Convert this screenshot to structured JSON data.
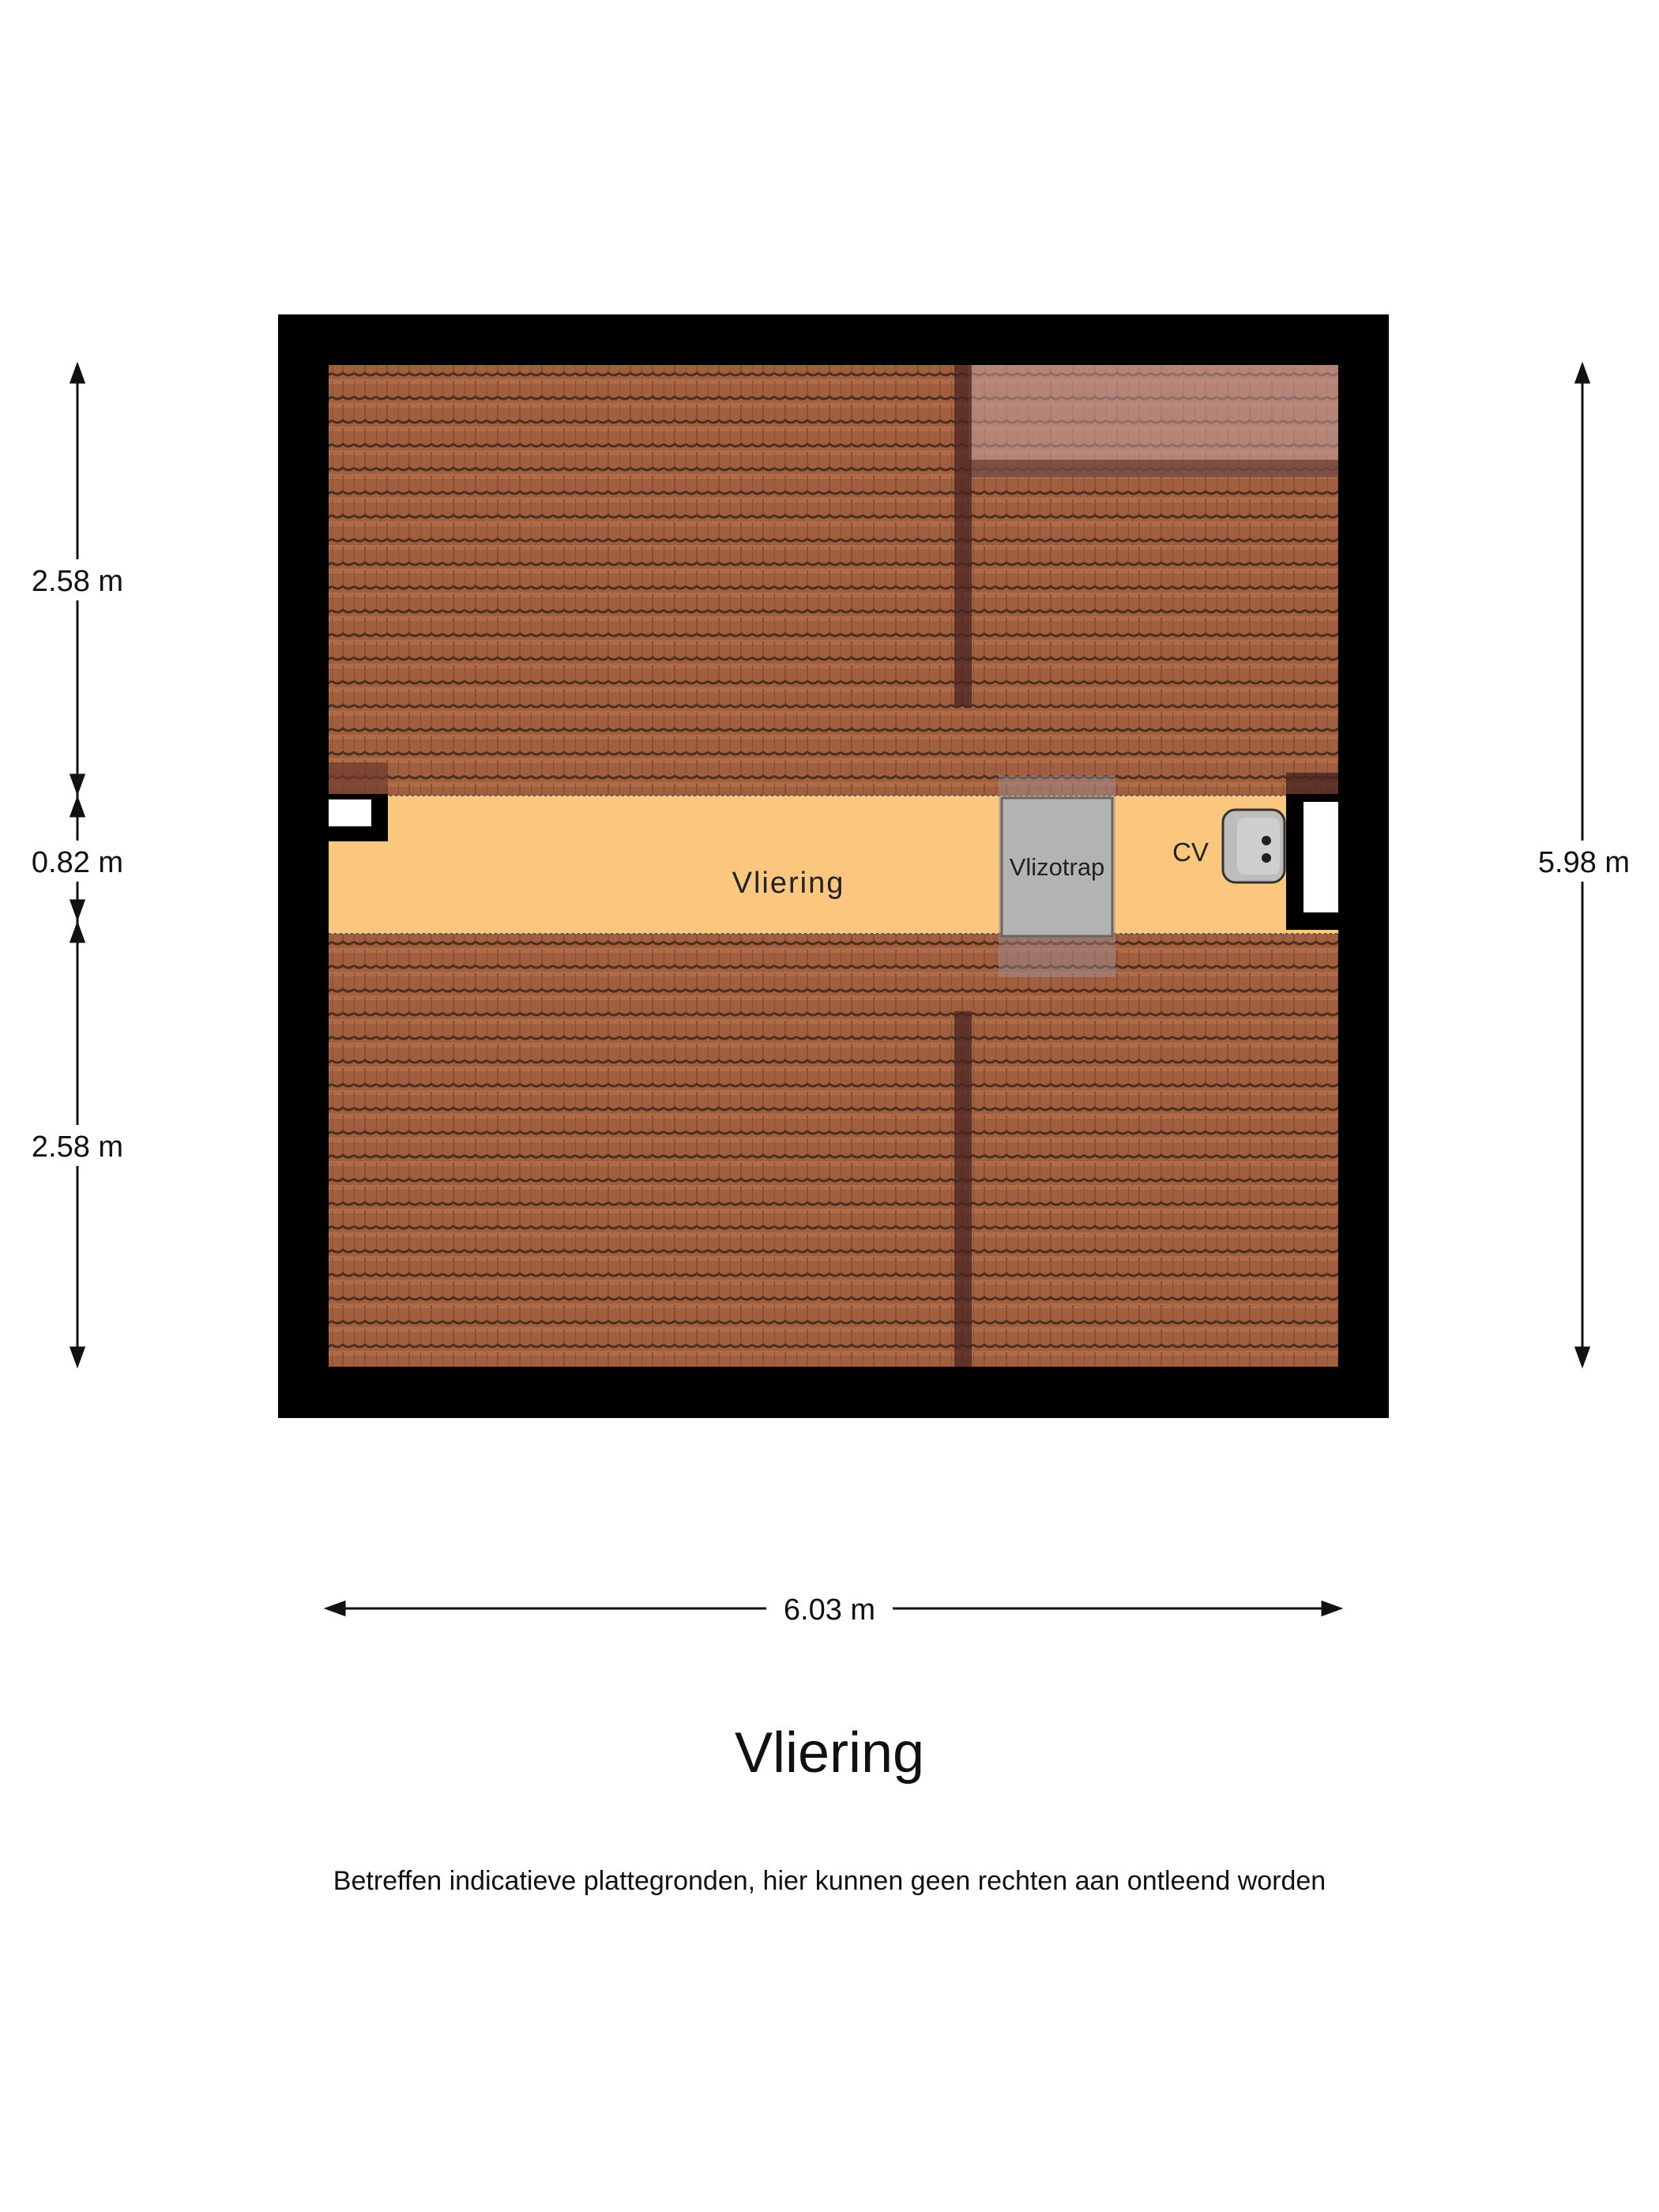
{
  "plan": {
    "title": "Vliering",
    "disclaimer": "Betreffen indicatieve plattegronden, hier kunnen geen rechten aan ontleend worden",
    "rooms": {
      "vliering": "Vliering",
      "vlizotrap": "Vlizotrap",
      "cv": "CV"
    },
    "dimensions": {
      "left_top": "2.58 m",
      "left_middle": "0.82 m",
      "left_bottom": "2.58 m",
      "right_total": "5.98 m",
      "bottom_width": "6.03 m"
    },
    "colors": {
      "wall": "#000000",
      "roof_tile": "#a0603f",
      "roof_tile_line": "#5a3526",
      "floor": "#fbc67e",
      "stair": "#b3b3b3"
    }
  }
}
